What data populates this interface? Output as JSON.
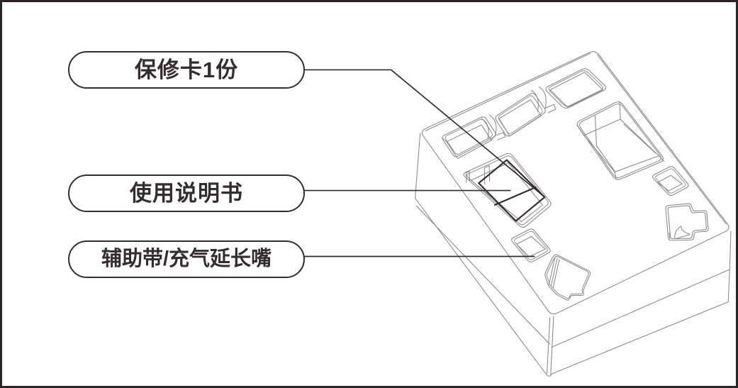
{
  "figure": {
    "kind": "packaging-contents-line-drawing",
    "callouts": [
      {
        "label": "保修卡1份"
      },
      {
        "label": "使用说明书"
      },
      {
        "label": "辅助带/充气延长嘴"
      }
    ],
    "colors": {
      "outline": "#8c8c8c",
      "dark": "#352c2f",
      "frame": "#2b2326",
      "background": "#ffffff"
    }
  }
}
